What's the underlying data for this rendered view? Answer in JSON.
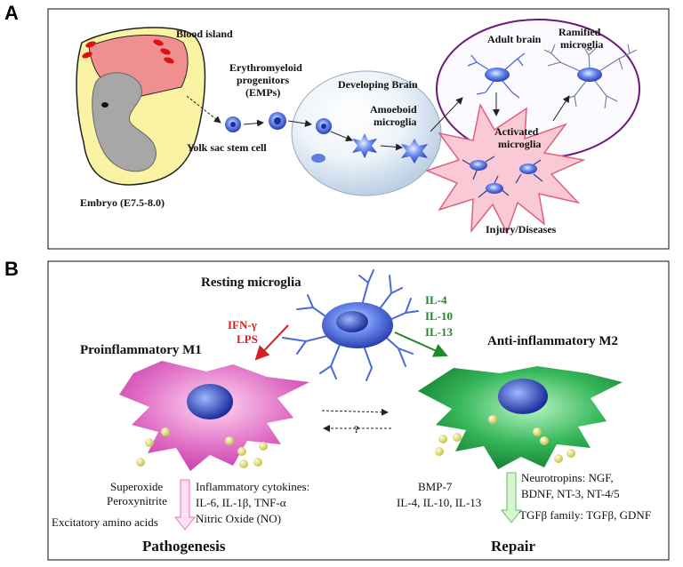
{
  "panel_a": {
    "letter": "A",
    "blood_island": "Blood island",
    "embryo": "Embryo (E7.5-8.0)",
    "erythro_line1": "Erythromyeloid",
    "erythro_line2": "progenitors",
    "erythro_line3": "(EMPs)",
    "yolk_sac": "Yolk sac stem cell",
    "developing_brain": "Developing  Brain",
    "amoeboid_line1": "Amoeboid",
    "amoeboid_line2": "microglia",
    "adult_brain": "Adult brain",
    "ramified_line1": "Ramified",
    "ramified_line2": "microglia",
    "activated_line1": "Activated",
    "activated_line2": "microglia",
    "injury": "Injury/Diseases"
  },
  "panel_b": {
    "letter": "B",
    "resting": "Resting microglia",
    "m1_stimuli": [
      "IFN-γ",
      "LPS"
    ],
    "m2_stimuli": [
      "IL-4",
      "IL-10",
      "IL-13"
    ],
    "m1_title": "Proinflammatory M1",
    "m2_title": "Anti-inflammatory M2",
    "question": "?",
    "m1_left": [
      "Superoxide",
      "Peroxynitrite"
    ],
    "m1_right": [
      "Inflammatory cytokines:",
      "IL-6, IL-1β, TNF-α",
      "Nitric Oxide (NO)"
    ],
    "m1_excitatory": "Excitatory amino acids",
    "pathogenesis": "Pathogenesis",
    "m2_left": [
      "BMP-7",
      "IL-4,  IL-10, IL-13"
    ],
    "m2_right": [
      "Neurotropins: NGF,",
      "BDNF, NT-3, NT-4/5",
      "TGFβ family: TGFβ, GDNF"
    ],
    "repair": "Repair"
  },
  "colors": {
    "m1_red": "#d42020",
    "m2_green": "#1e8a2a",
    "cell_blue": "#3a5fd0",
    "m1_pink": "#e060b8",
    "m2_green_cell": "#2aa84a"
  }
}
